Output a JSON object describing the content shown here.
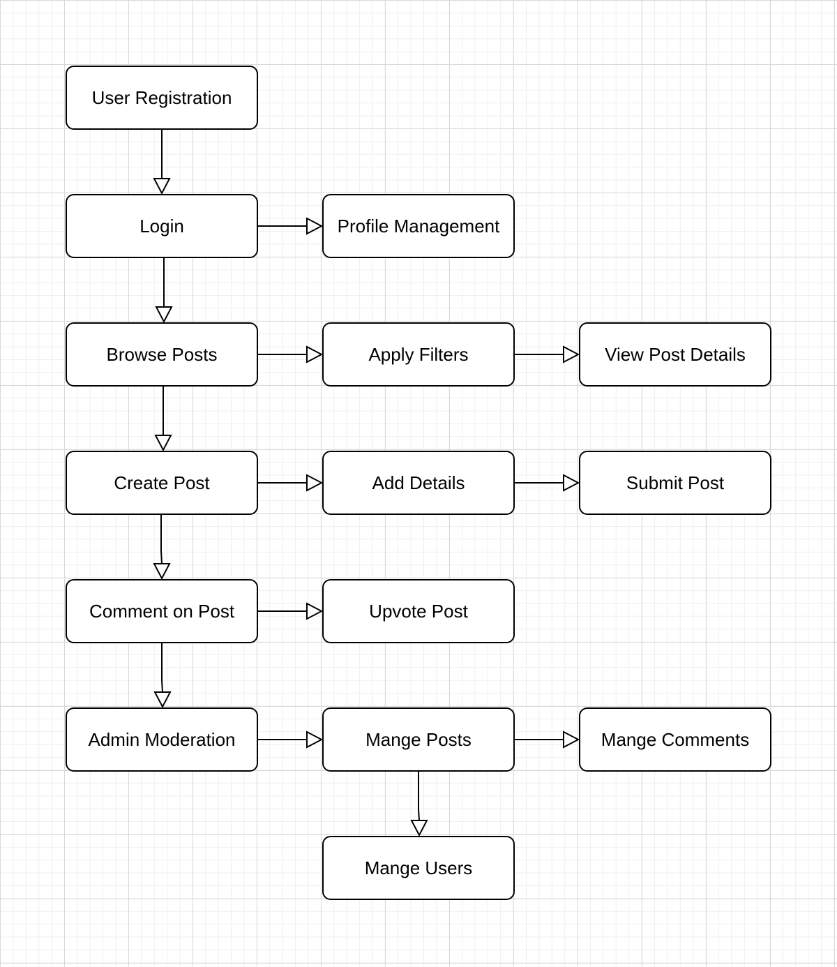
{
  "diagram": {
    "nodes": {
      "user_registration": {
        "label": "User Registration"
      },
      "login": {
        "label": "Login"
      },
      "profile_management": {
        "label": "Profile Management"
      },
      "browse_posts": {
        "label": "Browse Posts"
      },
      "apply_filters": {
        "label": "Apply Filters"
      },
      "view_post_details": {
        "label": "View Post Details"
      },
      "create_post": {
        "label": "Create Post"
      },
      "add_details": {
        "label": "Add Details"
      },
      "submit_post": {
        "label": "Submit Post"
      },
      "comment_on_post": {
        "label": "Comment on Post"
      },
      "upvote_post": {
        "label": "Upvote Post"
      },
      "admin_moderation": {
        "label": "Admin Moderation"
      },
      "mange_posts": {
        "label": "Mange Posts"
      },
      "mange_comments": {
        "label": "Mange Comments"
      },
      "mange_users": {
        "label": "Mange Users"
      }
    },
    "edges": [
      {
        "from": "user_registration",
        "to": "login"
      },
      {
        "from": "login",
        "to": "profile_management"
      },
      {
        "from": "login",
        "to": "browse_posts"
      },
      {
        "from": "browse_posts",
        "to": "apply_filters"
      },
      {
        "from": "apply_filters",
        "to": "view_post_details"
      },
      {
        "from": "browse_posts",
        "to": "create_post"
      },
      {
        "from": "create_post",
        "to": "add_details"
      },
      {
        "from": "add_details",
        "to": "submit_post"
      },
      {
        "from": "create_post",
        "to": "comment_on_post"
      },
      {
        "from": "comment_on_post",
        "to": "upvote_post"
      },
      {
        "from": "comment_on_post",
        "to": "admin_moderation"
      },
      {
        "from": "admin_moderation",
        "to": "mange_posts"
      },
      {
        "from": "mange_posts",
        "to": "mange_comments"
      },
      {
        "from": "mange_posts",
        "to": "mange_users"
      }
    ],
    "colors": {
      "stroke": "#000000",
      "fill": "#ffffff",
      "background": "#ffffff",
      "grid": "#d9d9d9"
    }
  }
}
